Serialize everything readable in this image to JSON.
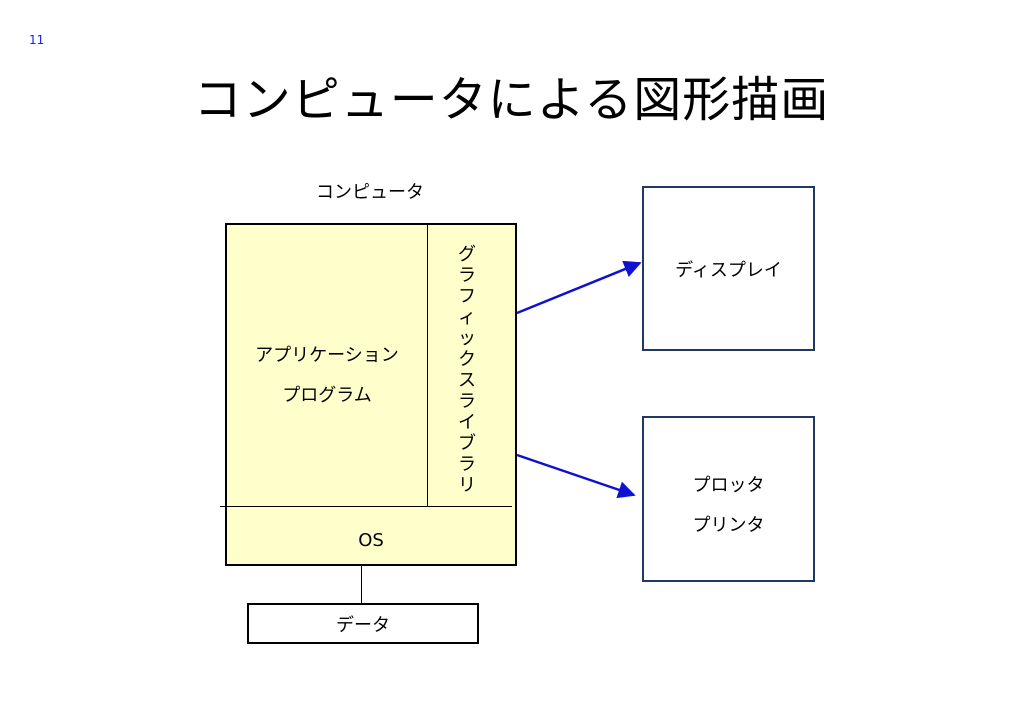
{
  "page_number": "11",
  "title": "コンピュータによる図形描画",
  "computer": {
    "label": "コンピュータ",
    "application": {
      "line1": "アプリケーション",
      "line2": "プログラム"
    },
    "graphics_library": "グラフィックスライブラリ",
    "os": "OS"
  },
  "data_box": "データ",
  "outputs": {
    "display": "ディスプレイ",
    "plotter": {
      "line1": "プロッタ",
      "line2": "プリンタ"
    }
  },
  "colors": {
    "arrow": "#1010d0",
    "box_fill": "#ffffcc",
    "output_border": "#1f3864",
    "page_number": "#1a1aff"
  }
}
